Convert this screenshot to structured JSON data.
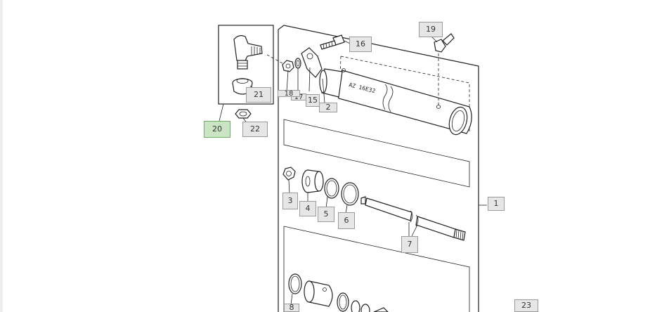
{
  "callouts": [
    {
      "id": "1",
      "label": "1",
      "highlighted": false
    },
    {
      "id": "2",
      "label": "2",
      "highlighted": false
    },
    {
      "id": "3",
      "label": "3",
      "highlighted": false
    },
    {
      "id": "4",
      "label": "4",
      "highlighted": false
    },
    {
      "id": "5",
      "label": "5",
      "highlighted": false
    },
    {
      "id": "6",
      "label": "6",
      "highlighted": false
    },
    {
      "id": "7",
      "label": "7",
      "highlighted": false
    },
    {
      "id": "8",
      "label": "8",
      "highlighted": false
    },
    {
      "id": "15",
      "label": "15",
      "highlighted": false
    },
    {
      "id": "16",
      "label": "16",
      "highlighted": false
    },
    {
      "id": "17",
      "label": "17",
      "highlighted": false
    },
    {
      "id": "18",
      "label": "18",
      "highlighted": false
    },
    {
      "id": "19",
      "label": "19",
      "highlighted": false
    },
    {
      "id": "20",
      "label": "20",
      "highlighted": true,
      "highlight_color": "#c9e5c4"
    },
    {
      "id": "21",
      "label": "21",
      "highlighted": false
    },
    {
      "id": "22",
      "label": "22",
      "highlighted": false
    },
    {
      "id": "23",
      "label": "23",
      "highlighted": false
    }
  ],
  "barrel_marking": "AZ 16E32"
}
